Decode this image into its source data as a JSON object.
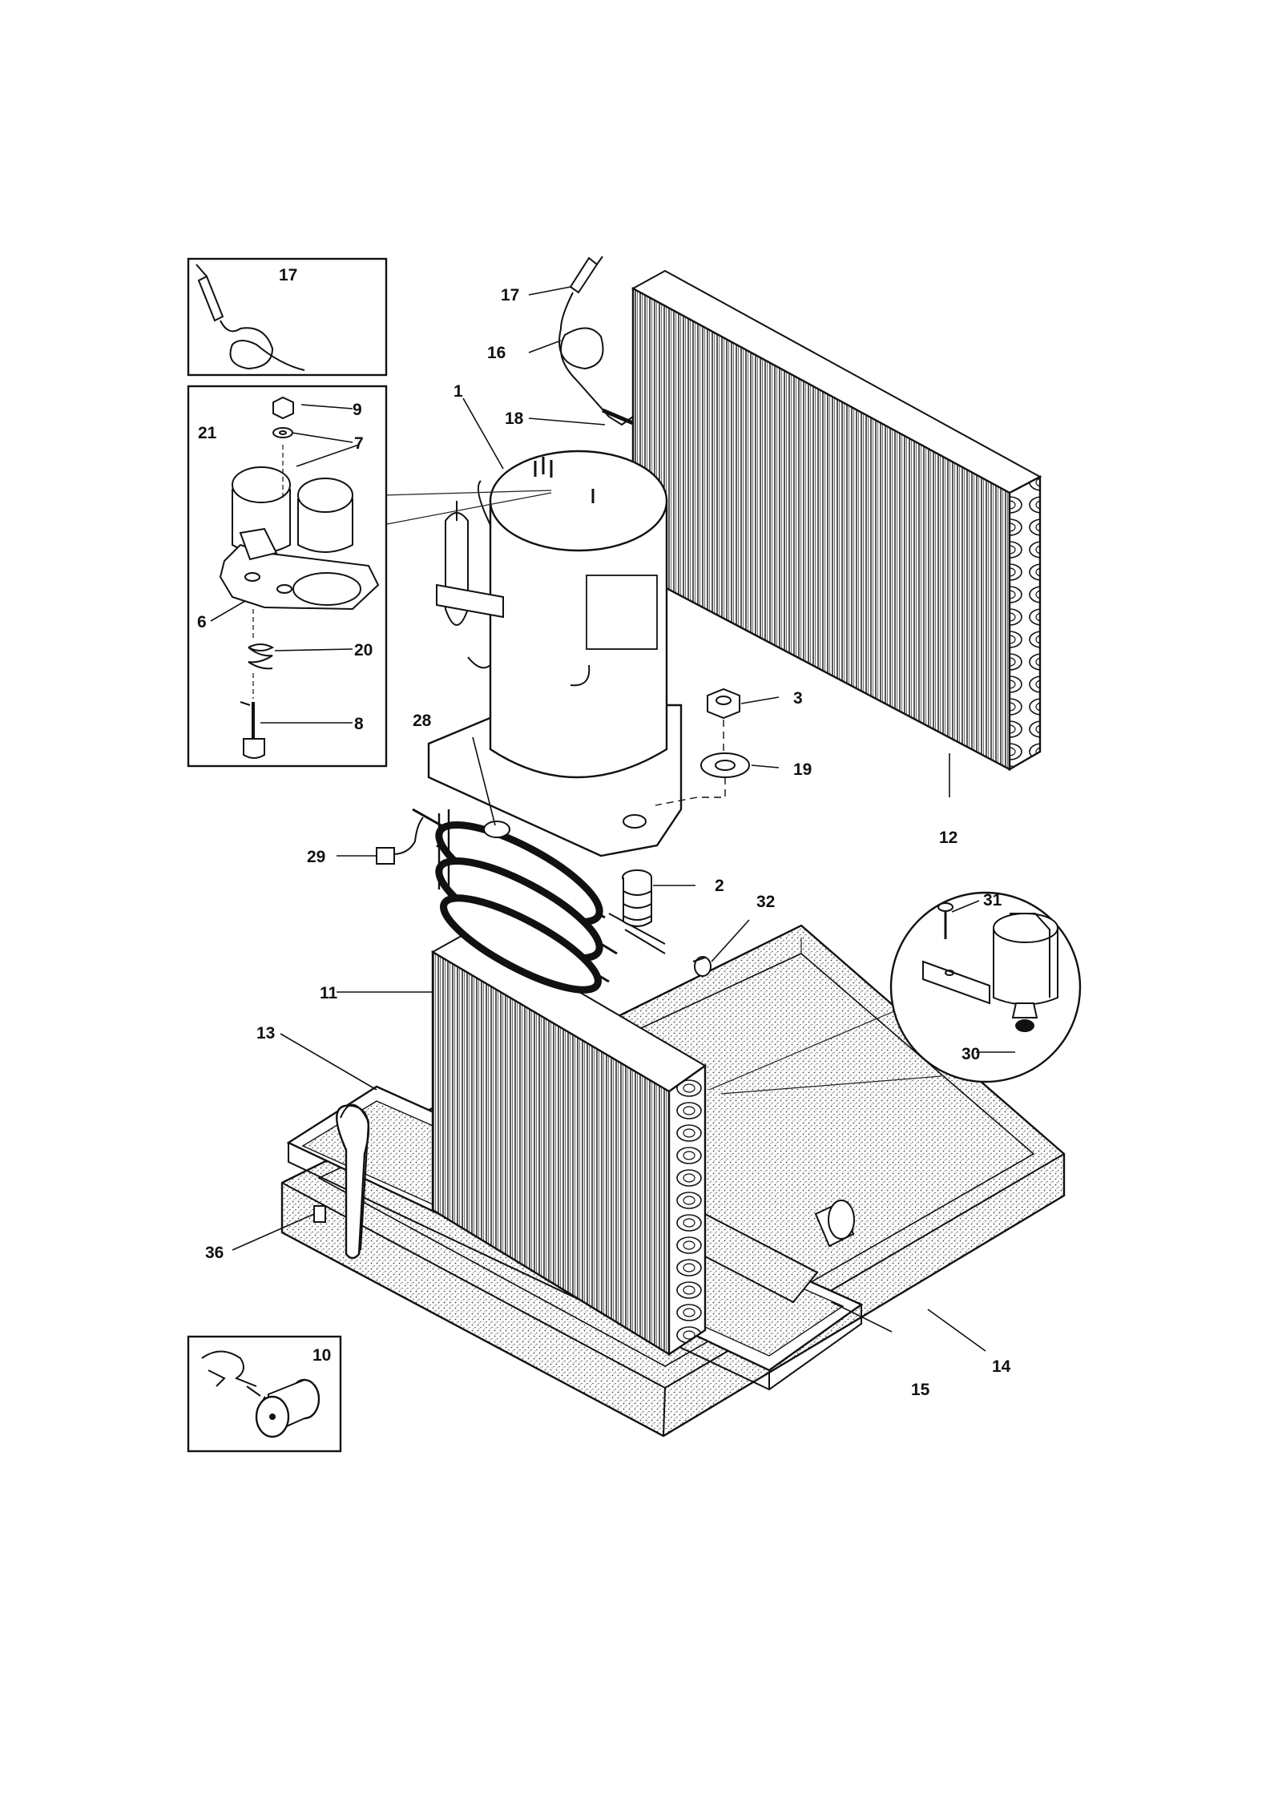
{
  "callouts": {
    "c1": "1",
    "c2": "2",
    "c3": "3",
    "c6": "6",
    "c7": "7",
    "c8": "8",
    "c9": "9",
    "c10": "10",
    "c11": "11",
    "c12": "12",
    "c13": "13",
    "c14": "14",
    "c15": "15",
    "c16": "16",
    "c17": "17",
    "c17b": "17",
    "c18": "18",
    "c19": "19",
    "c20": "20",
    "c21": "21",
    "c28": "28",
    "c29": "29",
    "c30": "30",
    "c31": "31",
    "c32": "32",
    "c36": "36"
  }
}
